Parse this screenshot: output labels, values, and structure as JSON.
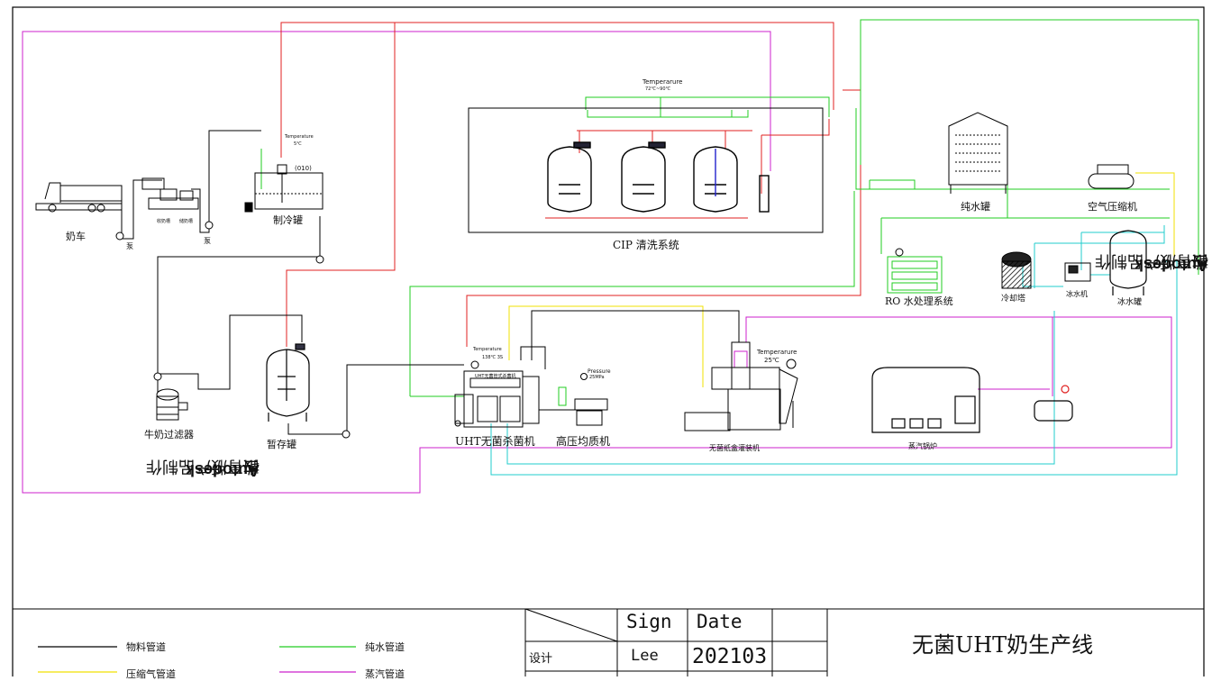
{
  "watermark": {
    "prefix": "由",
    "brand": "Autodesk",
    "suffix": "教育版产品制作"
  },
  "equipment": {
    "milk_truck": "奶车",
    "pump_1": "泵",
    "pump_2": "泵",
    "tank_a": "收奶槽",
    "tank_b": "储奶槽",
    "chiller_tank": "制冷罐",
    "chiller_temp_label": "Temperature",
    "chiller_temp_value": "5℃",
    "chiller_code": "(010)",
    "milk_filter": "牛奶过滤器",
    "holding_tank": "暂存罐",
    "cip_system": "CIP 清洗系统",
    "cip_temp_label": "Temperarure",
    "cip_temp_value": "72℃~90℃",
    "uht_sterilizer": "UHT无菌杀菌机",
    "uht_panel": "UHT无菌管式杀菌机",
    "uht_temp_label": "Temperature",
    "uht_temp_value": "138℃ 3S",
    "homogenizer": "高压均质机",
    "homog_pressure_label": "Pressure",
    "homog_pressure_value": "25MPa",
    "filler": "无菌纸盒灌装机",
    "filler_temp_label": "Temperarure",
    "filler_temp_value": "25℃",
    "boiler": "蒸汽锅炉",
    "pure_water_tank": "纯水罐",
    "air_compressor": "空气压缩机",
    "ro_system": "RO 水处理系统",
    "cooling_tower": "冷却塔",
    "ice_machine": "冰水机",
    "ice_water_tank": "冰水罐"
  },
  "legend": [
    {
      "label": "物料管道",
      "color": "#000000"
    },
    {
      "label": "纯水管道",
      "color": "#22cc22"
    },
    {
      "label": "压缩气管道",
      "color": "#f0e000"
    },
    {
      "label": "蒸汽管道",
      "color": "#cc22cc"
    }
  ],
  "title_block": {
    "sign_header": "Sign",
    "date_header": "Date",
    "role": "设计",
    "signer": "Lee",
    "date": "202103",
    "drawing_title": "无菌UHT奶生产线"
  },
  "colors": {
    "material": "#000000",
    "pure_water": "#22cc22",
    "compressed_air": "#f0e000",
    "steam": "#cc22cc",
    "hot_water": "#e02020",
    "cooling_water": "#22cccc"
  }
}
